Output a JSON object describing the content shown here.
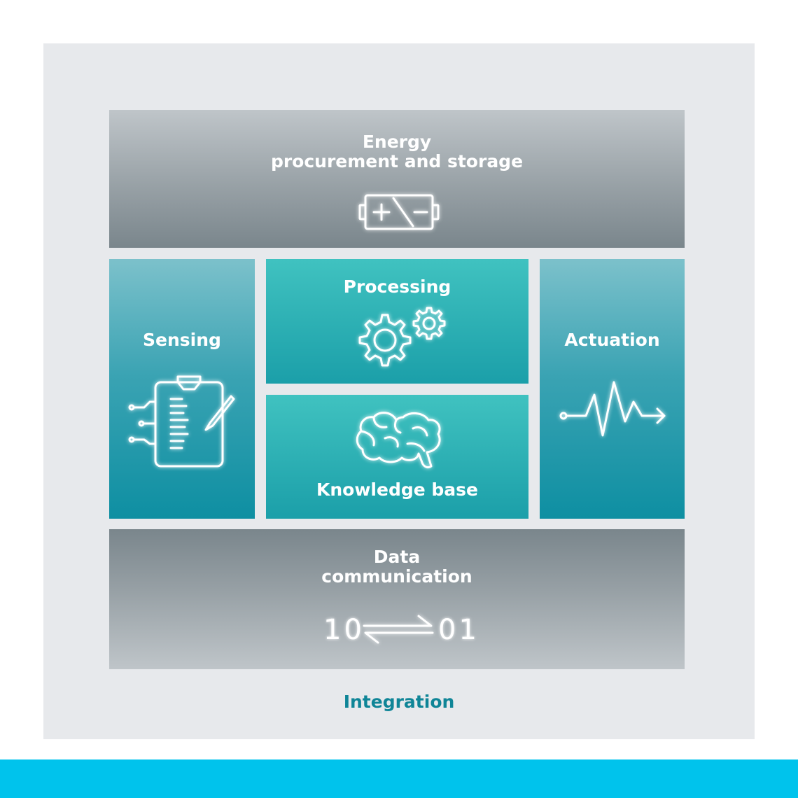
{
  "blocks": {
    "energy": {
      "label_line1": "Energy",
      "label_line2": "procurement and storage",
      "icon": "battery-icon"
    },
    "sensing": {
      "label": "Sensing",
      "icon": "clipboard-sensor-icon"
    },
    "processing": {
      "label": "Processing",
      "icon": "gears-icon"
    },
    "knowledge": {
      "label": "Knowledge base",
      "icon": "brain-icon"
    },
    "actuation": {
      "label": "Actuation",
      "icon": "pulse-arrow-icon"
    },
    "datacomm": {
      "label_line1": "Data",
      "label_line2": "communication",
      "bits_left": "10",
      "bits_right": "01",
      "icon": "exchange-arrows-icon"
    }
  },
  "integration": {
    "label": "Integration"
  },
  "colors": {
    "panel_bg": "#e7e9ec",
    "gray_block": "#98a1a6",
    "teal_block": "#2aadb2",
    "integration_text": "#0f8597",
    "bottom_bar": "#00c3ec"
  }
}
